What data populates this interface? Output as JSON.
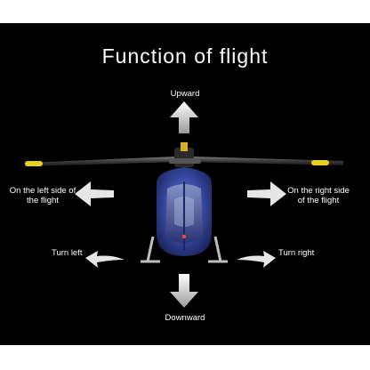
{
  "title": "Function of flight",
  "labels": {
    "upward": "Upward",
    "downward": "Downward",
    "left_side": "On the left side of the flight",
    "right_side": "On the right side of the flight",
    "turn_left": "Turn left",
    "turn_right": "Turn right"
  },
  "icons": {
    "up": "arrow-up-icon",
    "down": "arrow-down-icon",
    "left": "arrow-left-icon",
    "right": "arrow-right-icon",
    "turn_left": "turn-left-arrow-icon",
    "turn_right": "turn-right-arrow-icon"
  },
  "colors": {
    "background": "#000000",
    "blade_tip": "#e8d020",
    "fuselage": "#3a4fa8",
    "arrow": "#e6e6e6"
  }
}
